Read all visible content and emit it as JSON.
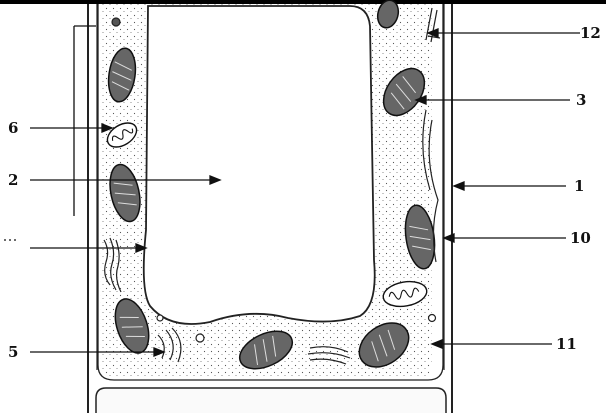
{
  "labels": {
    "n1": "1",
    "n2": "2",
    "n3": "3",
    "n5": "5",
    "n6": "6",
    "n10": "10",
    "n11": "11",
    "n12": "12"
  },
  "colors": {
    "ink": "#1a1a1a",
    "stipple": "#555555",
    "background": "#ffffff",
    "scan_shadow": "#000000"
  }
}
